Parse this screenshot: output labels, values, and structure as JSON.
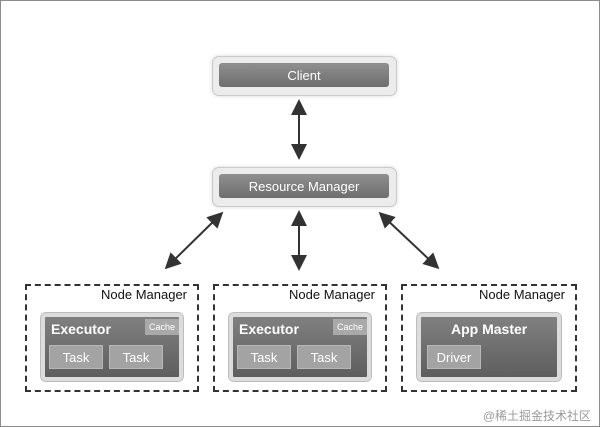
{
  "client": {
    "label": "Client"
  },
  "resource_manager": {
    "label": "Resource Manager"
  },
  "node_managers": [
    {
      "label": "Node Manager",
      "inner": {
        "title": "Executor",
        "cache": "Cache",
        "items": [
          "Task",
          "Task"
        ]
      }
    },
    {
      "label": "Node Manager",
      "inner": {
        "title": "Executor",
        "cache": "Cache",
        "items": [
          "Task",
          "Task"
        ]
      }
    },
    {
      "label": "Node Manager",
      "inner": {
        "title": "App Master",
        "items": [
          "Driver"
        ]
      }
    }
  ],
  "watermark": "@稀土掘金技术社区",
  "colors": {
    "box_fill": "#7a7a7a",
    "arrow": "#333333",
    "border": "#333333"
  }
}
